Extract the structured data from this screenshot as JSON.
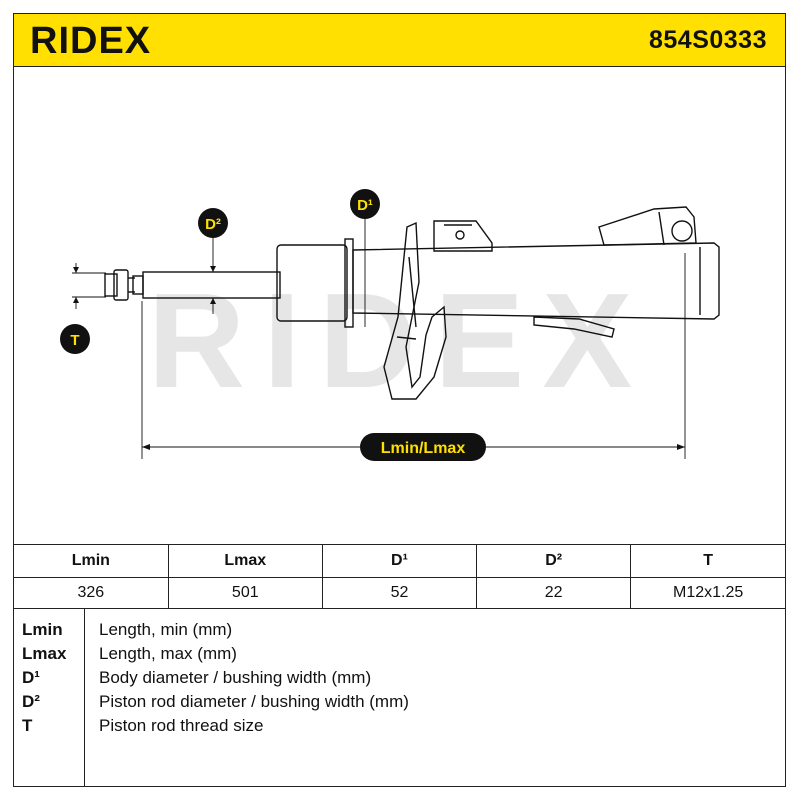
{
  "header": {
    "brand": "RIDEX",
    "part_number": "854S0333"
  },
  "diagram": {
    "watermark": "RIDEX",
    "labels": {
      "d1": "D¹",
      "d2": "D²",
      "t": "T",
      "length": "Lmin/Lmax"
    }
  },
  "spec_table": {
    "headers": [
      "Lmin",
      "Lmax",
      "D¹",
      "D²",
      "T"
    ],
    "values": [
      "326",
      "501",
      "52",
      "22",
      "M12x1.25"
    ]
  },
  "legend": {
    "items": [
      {
        "key": "Lmin",
        "desc": "Length, min (mm)"
      },
      {
        "key": "Lmax",
        "desc": "Length, max (mm)"
      },
      {
        "key": "D¹",
        "desc": "Body diameter / bushing width (mm)"
      },
      {
        "key": "D²",
        "desc": "Piston rod diameter / bushing width (mm)"
      },
      {
        "key": "T",
        "desc": "Piston rod thread size"
      }
    ]
  },
  "colors": {
    "accent": "#ffe000",
    "ink": "#111111",
    "watermark": "#e6e6e6"
  }
}
